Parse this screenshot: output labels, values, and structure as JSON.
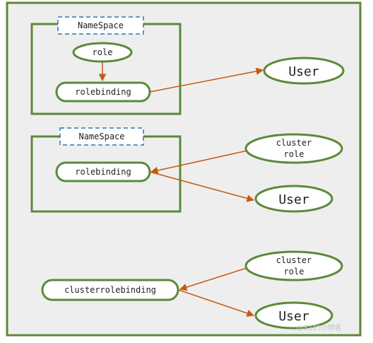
{
  "colors": {
    "panel_bg": "#eeeeee",
    "border_green": "#5b8a3a",
    "namespace_dash": "#2e75b6",
    "arrow": "#c55a11",
    "node_fill": "#ffffff"
  },
  "group1": {
    "namespace_label": "NameSpace",
    "role_label": "role",
    "rolebinding_label": "rolebinding",
    "user_label": "User"
  },
  "group2": {
    "namespace_label": "NameSpace",
    "rolebinding_label": "rolebinding",
    "clusterrole_line1": "cluster",
    "clusterrole_line2": "role",
    "user_label": "User"
  },
  "group3": {
    "clusterrolebinding_label": "clusterrolebinding",
    "clusterrole_line1": "cluster",
    "clusterrole_line2": "role",
    "user_label": "User"
  },
  "watermark": "@51CTO博客"
}
